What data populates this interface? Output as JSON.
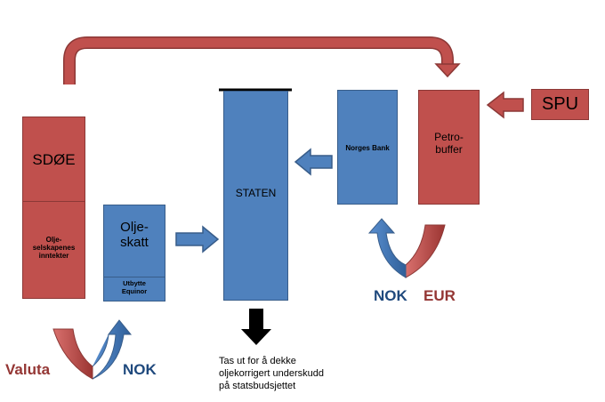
{
  "sdoe": {
    "title": "SDØE",
    "revenue_label": "Olje-\nselskapenes\ninntekter"
  },
  "oljeskatt": {
    "title": "Olje-\nskatt",
    "sub_label": "Utbytte\nEquinor"
  },
  "staten": {
    "label": "STATEN"
  },
  "norges_bank": {
    "label": "Norges Bank"
  },
  "petrobuffer": {
    "label": "Petro-\nbuffer"
  },
  "spu": {
    "label": "SPU"
  },
  "exchange_left": {
    "from": "Valuta",
    "to": "NOK"
  },
  "exchange_right": {
    "from": "NOK",
    "to": "EUR"
  },
  "output_note": "Tas ut for å dekke\noljekorrigert underskudd\npå statsbudsjettet",
  "colors": {
    "red": "#c0504d",
    "red_dark": "#943634",
    "blue": "#4f81bd",
    "blue_dark": "#1f497d",
    "black": "#000000"
  }
}
